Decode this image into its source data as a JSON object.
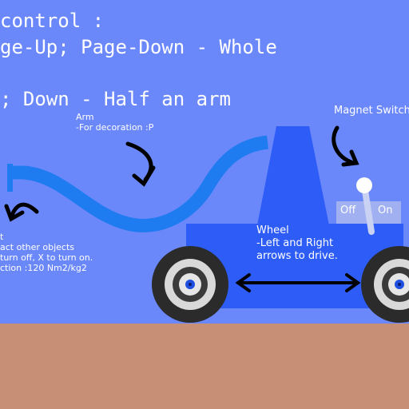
{
  "instructions": {
    "line1": " control :",
    "line2": "ge-Up; Page-Down - Whole",
    "line3": "; Down - Half an arm"
  },
  "arm_label": {
    "title": "Arm",
    "subtitle": "-For decoration :P"
  },
  "magnet_switch": {
    "label": "Magnet Switch",
    "off_label": "Off",
    "on_label": "On",
    "state": "on"
  },
  "wheel_label": {
    "title": "Wheel",
    "line1": "-Left and Right",
    "line2": "arrows to drive."
  },
  "magnet_label": {
    "line1": "t",
    "line2": "act other objects",
    "line3": "turn off, X to turn on.",
    "line4": "ction :120 Nm2/kg2"
  },
  "colors": {
    "sky": "#6b88fb",
    "ground": "#c78f75",
    "vehicle_body": "#2d5cf6",
    "arm": "#1e7bf0",
    "tire": "#2b2b2b",
    "hub": "#d9d9d9",
    "axle": "#1f4fe0",
    "annotation": "#000000"
  },
  "icons": {
    "annotation_arrow": "curved-arrow-icon",
    "drive_arrow": "double-arrow-icon",
    "lever": "switch-lever-icon"
  }
}
